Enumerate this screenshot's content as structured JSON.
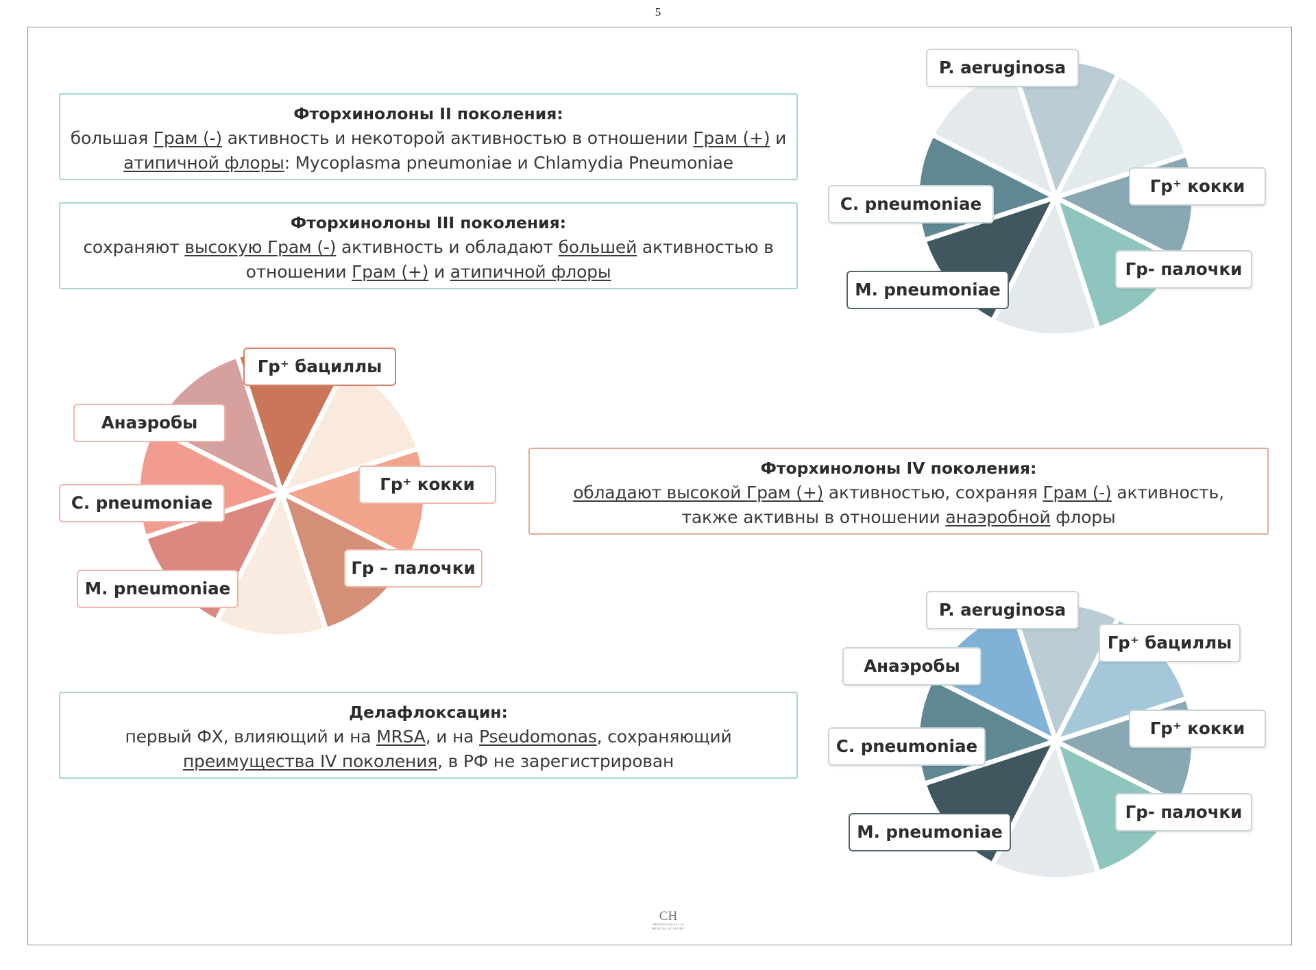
{
  "page_number": "5",
  "boxes": {
    "gen2": {
      "title": "Фторхинолоны II поколения:",
      "l1_a": "большая ",
      "l1_b": "Грам (-)",
      "l1_c": " активность и некоторой активностью в отношении ",
      "l1_d": "Грам (+)",
      "l1_e": " и",
      "l2_a": "атипичной флоры",
      "l2_b": ": Mycoplasma pneumoniae и Chlamydia Pneumoniae"
    },
    "gen3": {
      "title": "Фторхинолоны III поколения:",
      "l1_a": "сохраняют ",
      "l1_b": "высокую Грам (-)",
      "l1_c": " активность и обладают ",
      "l1_d": "большей",
      "l1_e": " активностью в",
      "l2_a": "отношении ",
      "l2_b": "Грам (+)",
      "l2_c": " и ",
      "l2_d": "атипичной флоры"
    },
    "gen4": {
      "title": "Фторхинолоны IV поколения:",
      "l1_a": "обладают высокой Грам (+)",
      "l1_b": " активностью, сохраняя ",
      "l1_c": "Грам (-)",
      "l1_d": " активность,",
      "l2_a": "также активны в отношении ",
      "l2_b": "анаэробной",
      "l2_c": " флоры"
    },
    "dela": {
      "title": "Делафлоксацин:",
      "l1_a": "первый ФХ, влияющий и на ",
      "l1_b": "MRSA",
      "l1_c": ", и на ",
      "l1_d": "Pseudomonas",
      "l1_e": ", сохраняющий",
      "l2_a": "преимущества IV поколения",
      "l2_b": ", в РФ не зарегистрирован"
    }
  },
  "pies": {
    "top": {
      "colors": [
        "#bacdd4",
        "#e3eaee",
        "#89a8b2",
        "#8fc5bf",
        "#e3e9ed",
        "#40575f",
        "#5f8893",
        "#e3e9ed"
      ],
      "labels": {
        "p_aeruginosa": "P. aeruginosa",
        "gr_plus_cocci": "Гр⁺ кокки",
        "gr_minus_rods": "Гр- палочки",
        "c_pneumoniae": "C. pneumoniae",
        "m_pneumoniae": "M. pneumoniae"
      }
    },
    "left": {
      "colors": [
        "#cc7659",
        "#faeadd",
        "#f1a48b",
        "#d48f78",
        "#faebe0",
        "#db8880",
        "#f29c90",
        "#d6a09f"
      ],
      "labels": {
        "gr_plus_bacilli": "Гр⁺ бациллы",
        "anaerobes": "Анаэробы",
        "gr_plus_cocci": "Гр⁺ кокки",
        "c_pneumoniae": "C. pneumoniae",
        "gr_minus_rods": "Гр – палочки",
        "m_pneumoniae": "M. pneumoniae"
      }
    },
    "bottom": {
      "colors": [
        "#bacdd4",
        "#a4c8da",
        "#89a8b2",
        "#8fc5bf",
        "#e3e9ed",
        "#40575f",
        "#5f8893",
        "#7fb2d6"
      ],
      "labels": {
        "p_aeruginosa": "P. aeruginosa",
        "gr_plus_bacilli": "Гр⁺ бациллы",
        "anaerobes": "Анаэробы",
        "gr_plus_cocci": "Гр⁺ кокки",
        "c_pneumoniae": "C. pneumoniae",
        "gr_minus_rods": "Гр- палочки",
        "m_pneumoniae": "M. pneumoniae"
      }
    }
  },
  "logo": {
    "monogram": "CH",
    "name": "CHRISTOVNEVA U.S.",
    "tagline": "MEDICAL ACADEMY"
  }
}
